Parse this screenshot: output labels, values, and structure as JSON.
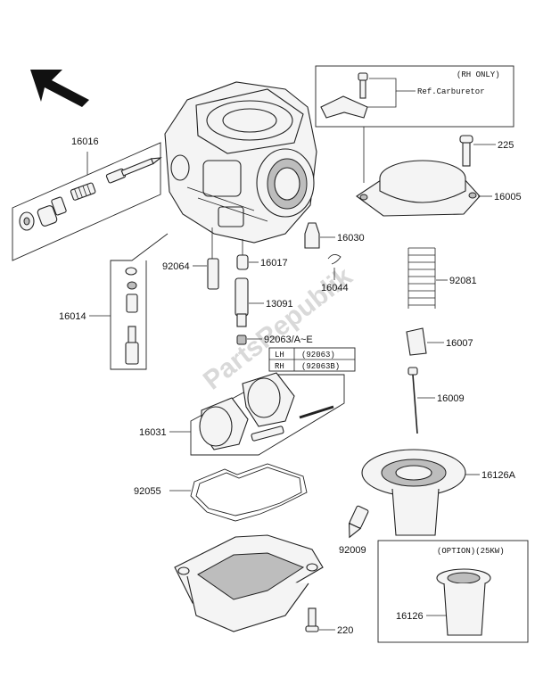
{
  "watermark": "PartsRepublik",
  "rh_box": {
    "title": "(RH ONLY)",
    "ref": "Ref.Carburetor"
  },
  "option_box": {
    "title": "(OPTION)(25KW)"
  },
  "lh_rh_table": [
    {
      "side": "LH",
      "part": "(92063)"
    },
    {
      "side": "RH",
      "part": "(92063B)"
    }
  ],
  "labels": {
    "p16016": "16016",
    "p16014": "16014",
    "p92064": "92064",
    "p16017": "16017",
    "p13091": "13091",
    "p92063": "92063/A~E",
    "p16030": "16030",
    "p16044": "16044",
    "p225": "225",
    "p16005": "16005",
    "p92081": "92081",
    "p16007": "16007",
    "p16009": "16009",
    "p16126A": "16126A",
    "p16031": "16031",
    "p92055": "92055",
    "p92009": "92009",
    "p220": "220",
    "p16126": "16126"
  }
}
